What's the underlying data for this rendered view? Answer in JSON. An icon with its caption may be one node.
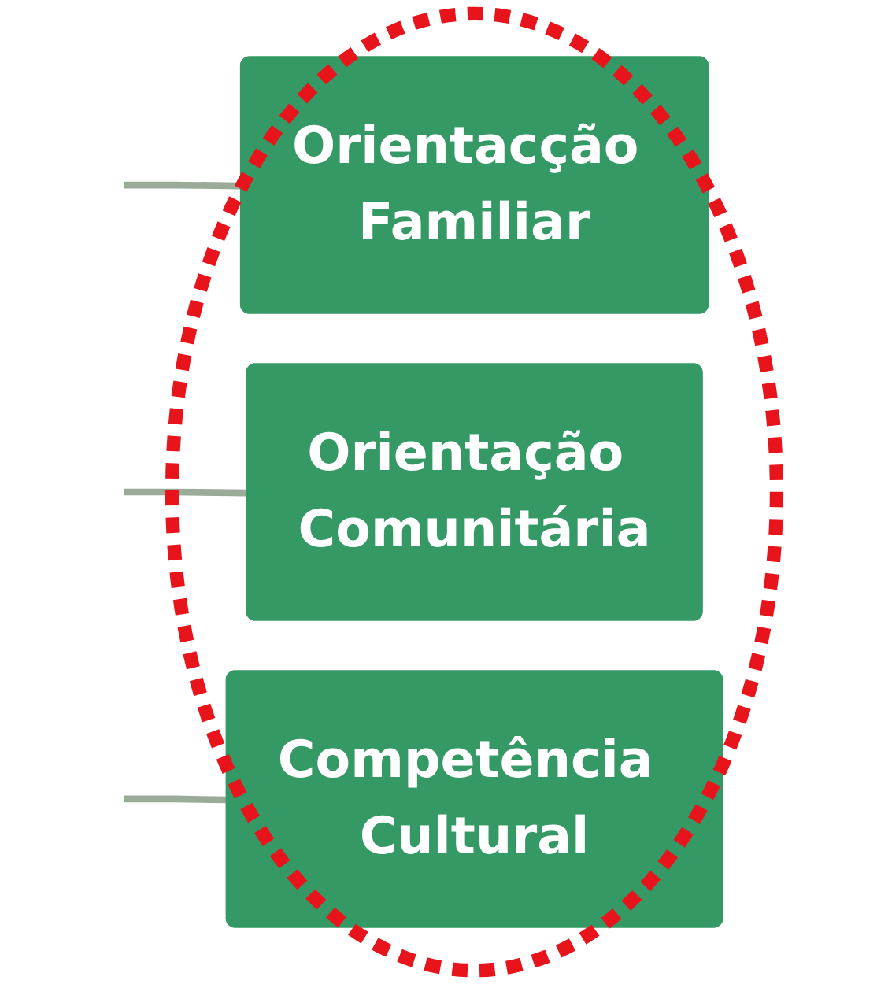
{
  "diagram": {
    "nodes": [
      {
        "text": [
          "Orientacção Familiar"
        ]
      },
      {
        "text": [
          "Orientação Comunitária"
        ]
      },
      {
        "text": [
          "Competência Cultural"
        ]
      }
    ],
    "edges": [
      {
        "from": null,
        "to": 0,
        "arrow": "none"
      },
      {
        "from": null,
        "to": 1,
        "arrow": "none"
      },
      {
        "from": null,
        "to": 2,
        "arrow": "none"
      }
    ]
  }
}
